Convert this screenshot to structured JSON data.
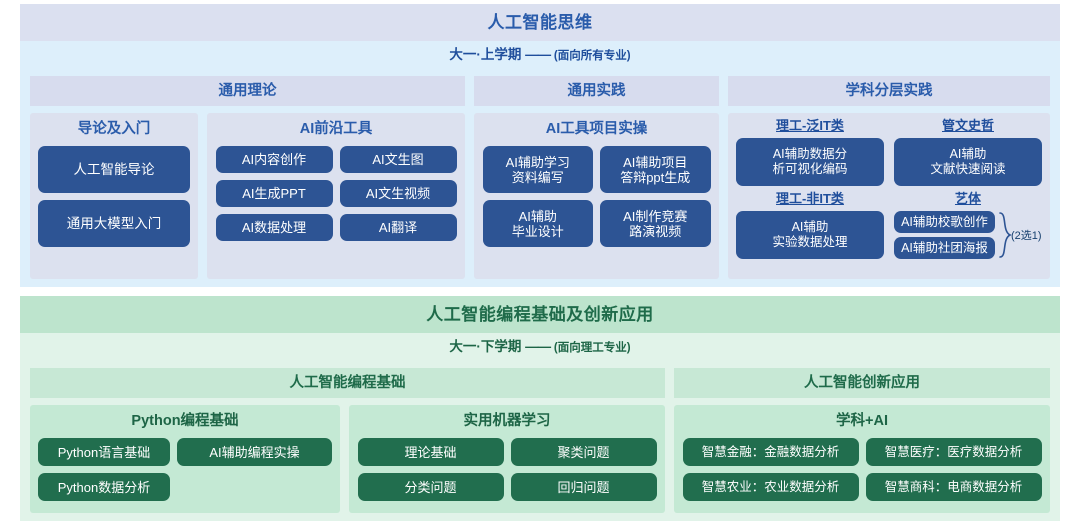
{
  "blue_panel": {
    "title": "人工智能思维",
    "semester": "大一·上学期",
    "dash": "——",
    "audience": "(面向所有专业)",
    "columns": [
      {
        "head": "通用理论",
        "groups": [
          {
            "title": "导论及入门",
            "chips": [
              "人工智能导论",
              "通用大模型入门"
            ]
          },
          {
            "title": "AI前沿工具",
            "chips": [
              "AI内容创作",
              "AI文生图",
              "AI生成PPT",
              "AI文生视频",
              "AI数据处理",
              "AI翻译"
            ]
          }
        ]
      },
      {
        "head": "通用实践",
        "groups": [
          {
            "title": "AI工具项目实操",
            "chips": [
              "AI辅助学习\n资料编写",
              "AI辅助项目\n答辩ppt生成",
              "AI辅助\n毕业设计",
              "AI制作竞赛\n路演视频"
            ]
          }
        ]
      },
      {
        "head": "学科分层实践",
        "layers": [
          {
            "label": "理工-泛IT类",
            "chip": "AI辅助数据分\n析可视化编码"
          },
          {
            "label": "管文史哲",
            "chip": "AI辅助\n文献快速阅读"
          },
          {
            "label": "理工-非IT类",
            "chip": "AI辅助\n实验数据处理"
          },
          {
            "label": "艺体",
            "chips": [
              "AI辅助校歌创作",
              "AI辅助社团海报"
            ],
            "brace_note": "(2选1)"
          }
        ]
      }
    ]
  },
  "green_panel": {
    "title": "人工智能编程基础及创新应用",
    "semester": "大一·下学期",
    "dash": "——",
    "audience": "(面向理工专业)",
    "columns": [
      {
        "head": "人工智能编程基础",
        "groups": [
          {
            "title": "Python编程基础",
            "chips": [
              "Python语言基础",
              "AI辅助编程实操",
              "Python数据分析"
            ]
          },
          {
            "title": "实用机器学习",
            "chips": [
              "理论基础",
              "聚类问题",
              "分类问题",
              "回归问题"
            ]
          }
        ]
      },
      {
        "head": "人工智能创新应用",
        "groups": [
          {
            "title": "学科+AI",
            "chips": [
              "智慧金融：金融数据分析",
              "智慧医疗：医疗数据分析",
              "智慧农业：农业数据分析",
              "智慧商科：电商数据分析"
            ]
          }
        ]
      }
    ]
  },
  "colors": {
    "blue_accent": "#2a5cab",
    "blue_chip": "#2d5494",
    "blue_bg": "#ddeffb",
    "green_accent": "#1f6b4a",
    "green_chip": "#216e4e",
    "green_bg": "#e1f3e9"
  }
}
